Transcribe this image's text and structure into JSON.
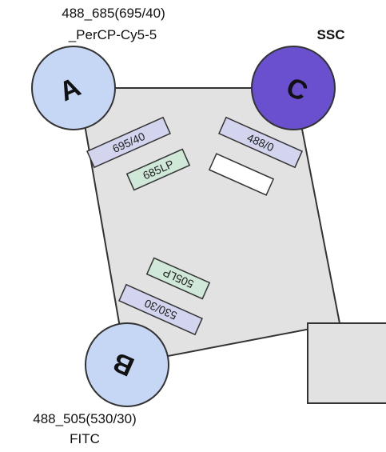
{
  "nodes": {
    "a": {
      "letter": "A",
      "label_line1": "488_685(695/40)",
      "label_line2": "_PerCP-Cy5-5"
    },
    "b": {
      "letter": "B",
      "label_line1": "488_505(530/30)",
      "label_line2": "FITC"
    },
    "c": {
      "letter": "C",
      "label": "SSC"
    }
  },
  "filters": {
    "f695_40": "695/40",
    "f685lp": "685LP",
    "f488_0": "488/0",
    "f530_30": "530/30",
    "f505lp": "505LP"
  },
  "colors": {
    "light_node": "#c6d6f5",
    "dark_node": "#6a4fcf",
    "bandpass": "#d3d5ef",
    "longpass": "#cfe8d8",
    "plate": "#e2e2e2"
  }
}
